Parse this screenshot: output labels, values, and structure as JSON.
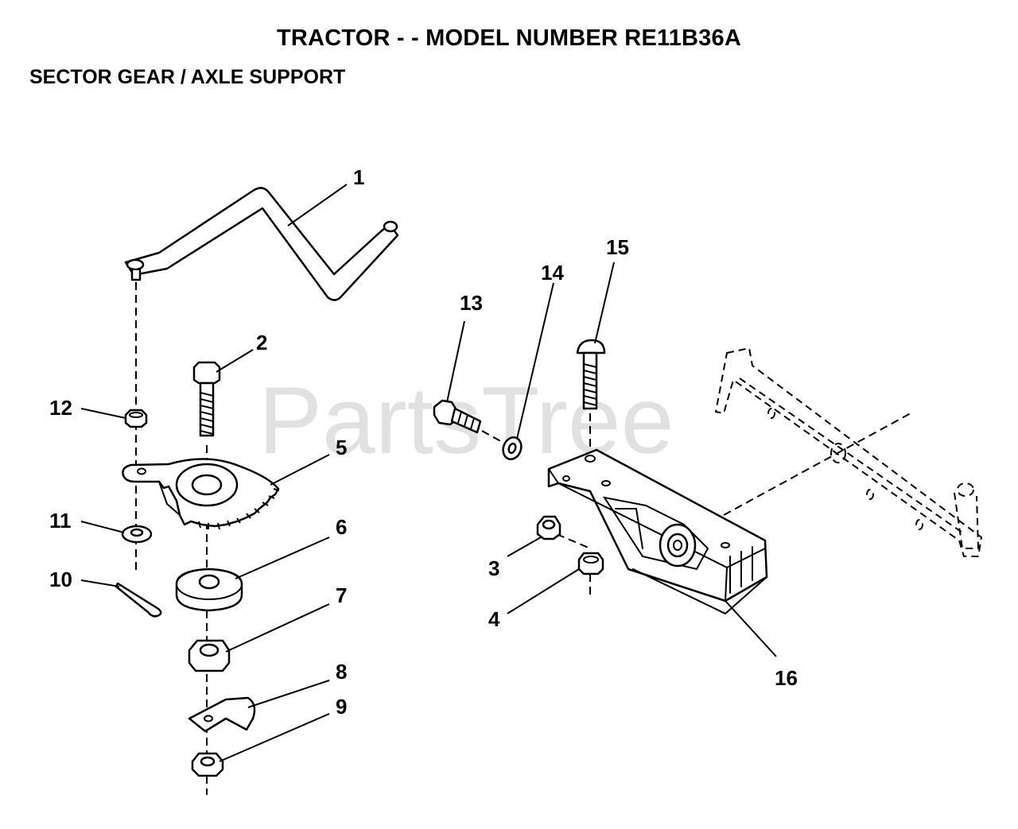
{
  "header": {
    "title": "TRACTOR - - MODEL NUMBER RE11B36A",
    "subtitle": "SECTOR GEAR / AXLE SUPPORT"
  },
  "watermark": "PartsTree",
  "callouts": {
    "c1": "1",
    "c2": "2",
    "c3": "3",
    "c4": "4",
    "c5": "5",
    "c6": "6",
    "c7": "7",
    "c8": "8",
    "c9": "9",
    "c10": "10",
    "c11": "11",
    "c12": "12",
    "c13": "13",
    "c14": "14",
    "c15": "15",
    "c16": "16"
  }
}
